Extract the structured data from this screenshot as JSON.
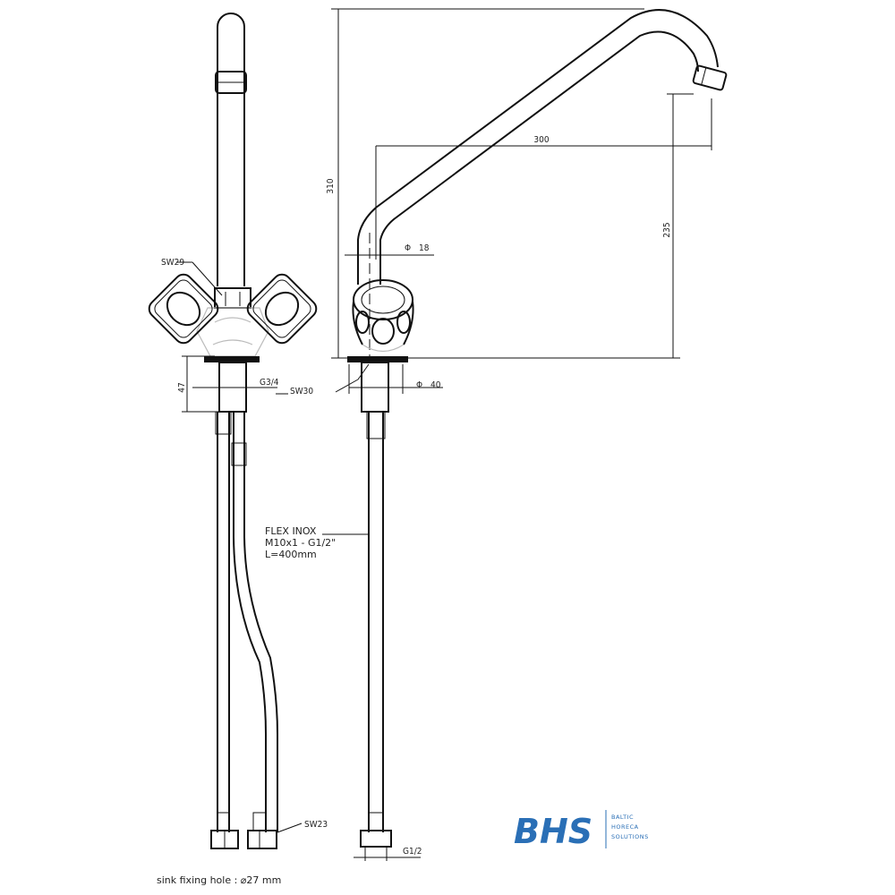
{
  "dimensions": {
    "total_height": "310",
    "reach": "300",
    "spout_clearance": "235",
    "spout_diameter_symbol": "Φ",
    "spout_diameter": "18",
    "base_diameter_symbol": "Φ",
    "base_diameter": "40",
    "shank_length": "47",
    "shank_thread": "G3/4",
    "hose_thread": "G1/2"
  },
  "labels": {
    "nut_top": "SW29",
    "nut_base": "SW30",
    "nut_hose": "SW23",
    "flex_line1": "FLEX INOX",
    "flex_line2": "M10x1 - G1/2\"",
    "flex_line3": "L=400mm",
    "sink_hole": "sink fixing hole : ⌀27 mm"
  },
  "logo": {
    "mark": "BHS",
    "line1": "BALTIC",
    "line2": "HORECA",
    "line3": "SOLUTIONS",
    "color": "#2a6fb6"
  }
}
